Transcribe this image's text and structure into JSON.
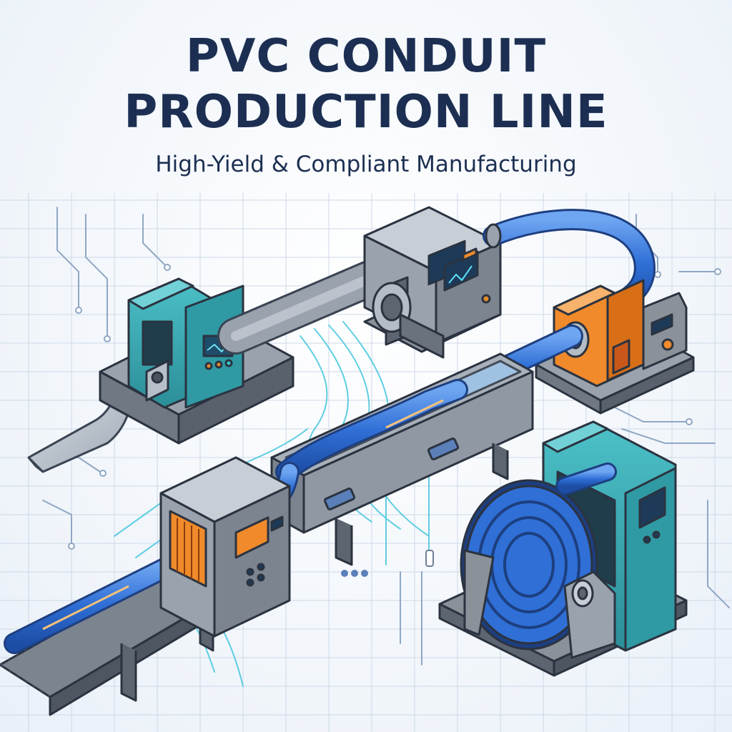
{
  "header": {
    "title_line1": "PVC CONDUIT",
    "title_line2": "PRODUCTION LINE",
    "subtitle": "High-Yield & Compliant Manufacturing"
  },
  "colors": {
    "title": "#1c2f52",
    "conduit_blue": "#2f6fd6",
    "machine_teal": "#36a6b0",
    "machine_grey": "#8b9199",
    "accent_orange": "#f08a2a",
    "circuit_cyan": "#4fc9e0",
    "grid": "#c9d6e6"
  },
  "icons": [
    "coiler-machine-icon",
    "extruder-machine-icon",
    "corrugator-icon",
    "cooling-tank-icon",
    "cutter-machine-icon",
    "forming-machine-icon",
    "strip-feed-icon",
    "conveyor-belt-icon"
  ]
}
